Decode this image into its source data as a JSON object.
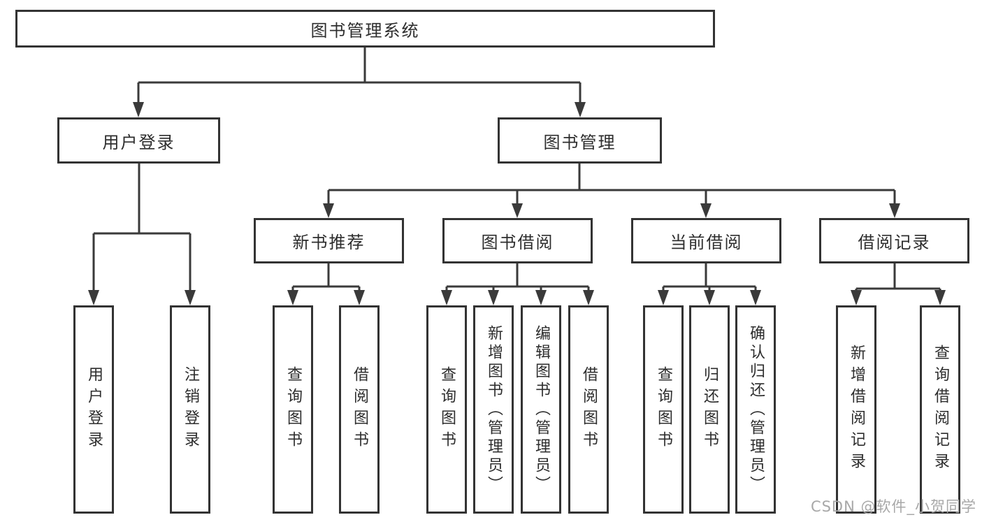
{
  "diagram": {
    "root": {
      "label": "图书管理系统"
    },
    "branches": [
      {
        "label": "用户登录",
        "leaves": [
          "用户登录",
          "注销登录"
        ]
      },
      {
        "label": "图书管理",
        "children": [
          {
            "label": "新书推荐",
            "leaves": [
              "查询图书",
              "借阅图书"
            ]
          },
          {
            "label": "图书借阅",
            "leaves": [
              "查询图书",
              "新增图书（管理员）",
              "编辑图书（管理员）",
              "借阅图书"
            ]
          },
          {
            "label": "当前借阅",
            "leaves": [
              "查询图书",
              "归还图书",
              "确认归还（管理员）"
            ]
          },
          {
            "label": "借阅记录",
            "leaves": [
              "新增借阅记录",
              "查询借阅记录"
            ]
          }
        ]
      }
    ]
  },
  "watermark": {
    "text": "CSDN @软件_小贺同学"
  },
  "colors": {
    "line": "#3a3a3a",
    "border": "#333333",
    "text": "#2d2d2d",
    "watermark": "#a8a8a8",
    "background": "#ffffff"
  }
}
